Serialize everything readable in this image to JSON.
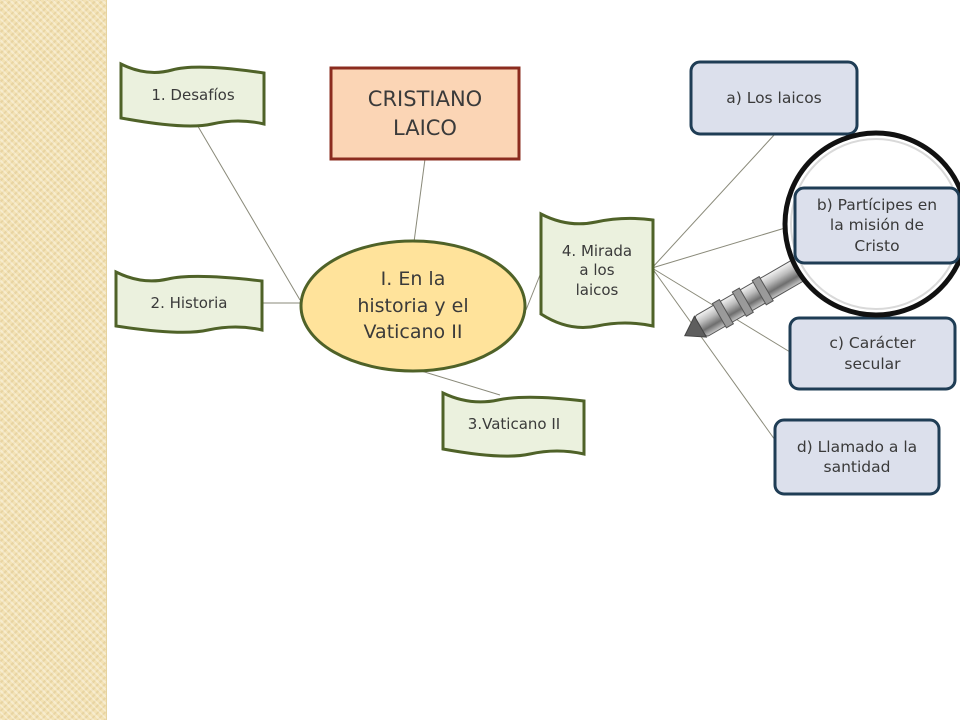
{
  "diagram": {
    "title": "CRISTIANO\nLAICO",
    "center": "I. En la\nhistoria y el\nVaticano II",
    "branches": [
      {
        "id": "desafios",
        "label": "1. Desafíos"
      },
      {
        "id": "historia",
        "label": "2. Historia"
      },
      {
        "id": "vaticano",
        "label": "3.Vaticano II"
      },
      {
        "id": "mirada",
        "label": "4. Mirada\na los\nlaicos"
      }
    ],
    "subitems": [
      {
        "id": "a",
        "label": "a) Los laicos"
      },
      {
        "id": "b",
        "label": "b) Partícipes en\nla misión de\nCristo"
      },
      {
        "id": "c",
        "label": "c) Carácter\nsecular"
      },
      {
        "id": "d",
        "label": "d) Llamado a la\nsantidad"
      }
    ]
  },
  "colors": {
    "flag_fill": "#ebf1de",
    "flag_stroke": "#4f6228",
    "title_fill": "#fbd5b5",
    "title_stroke": "#8b2c1f",
    "center_fill": "#ffe39b",
    "center_stroke": "#4f6228",
    "subitem_fill": "#dce0ec",
    "subitem_stroke": "#1f3d55",
    "left_strip": "#f3e2b4"
  },
  "icons": {
    "magnifier": "magnifying-glass-icon"
  }
}
